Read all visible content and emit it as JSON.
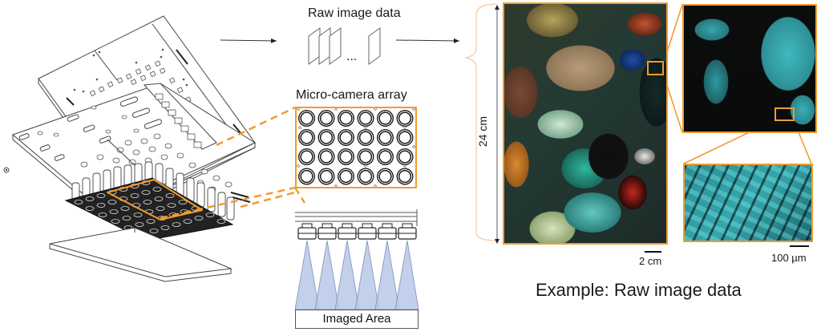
{
  "figure": {
    "raw_data_label": "Raw image data",
    "ellipsis": "...",
    "micro_array_label": "Micro-camera array",
    "imaged_area_label": "Imaged Area",
    "height_label": "24 cm",
    "scale_main": "2 cm",
    "scale_zoom": "100 µm",
    "caption": "Example: Raw image data"
  },
  "colors": {
    "accent_orange": "#f39a2f",
    "cone_fill": "#b9c8e8",
    "cone_stroke": "#7f90b8",
    "line": "#333333",
    "wing_cyan": "#3fb9c0"
  },
  "array": {
    "rows": 4,
    "cols": 6
  },
  "cameras": {
    "count": 6
  }
}
